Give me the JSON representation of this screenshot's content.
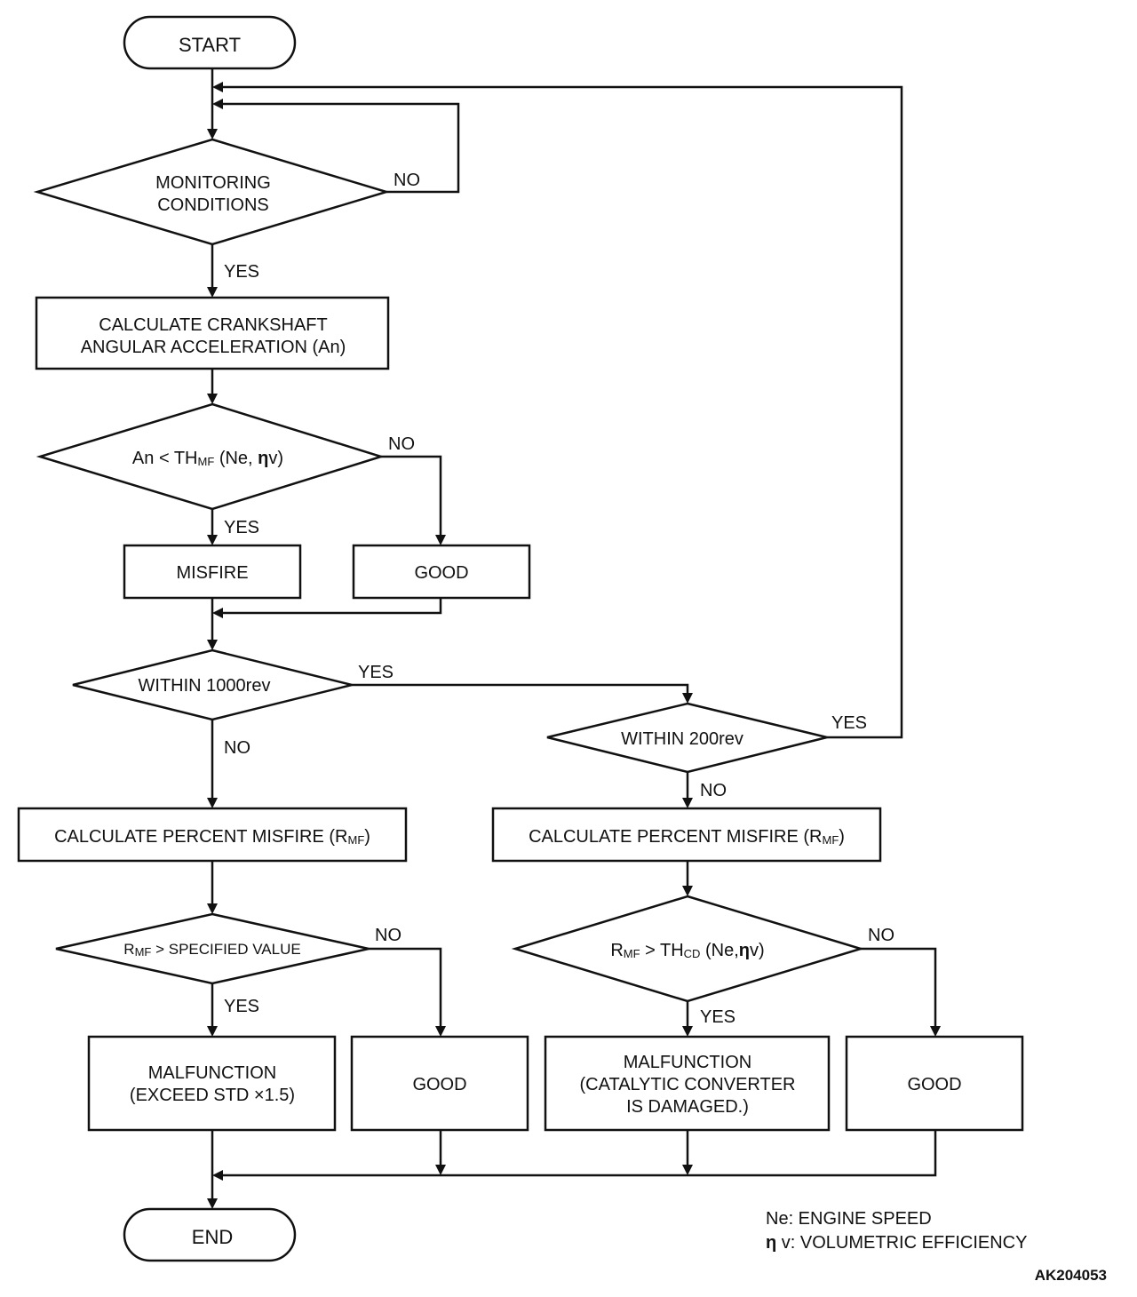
{
  "nodes": {
    "start": "START",
    "monitoring_line1": "MONITORING",
    "monitoring_line2": "CONDITIONS",
    "calc_crank_line1": "CALCULATE CRANKSHAFT",
    "calc_crank_line2": "ANGULAR ACCELERATION (An)",
    "an_cond_prefix": "An < TH",
    "an_cond_sub": "MF",
    "an_cond_suffix": " (Ne, ",
    "an_cond_eta": "η",
    "an_cond_end": "v)",
    "misfire": "MISFIRE",
    "good1": "GOOD",
    "within1000": "WITHIN 1000rev",
    "within200": "WITHIN 200rev",
    "calc_percent_left_prefix": "CALCULATE PERCENT MISFIRE (R",
    "calc_percent_left_sub": "MF",
    "calc_percent_left_end": ")",
    "calc_percent_right_prefix": "CALCULATE PERCENT MISFIRE (R",
    "calc_percent_right_sub": "MF",
    "calc_percent_right_end": ")",
    "rmf_spec_r": "R",
    "rmf_spec_sub": "MF",
    "rmf_spec_rest": " > SPECIFIED VALUE",
    "rmf_th_r": "R",
    "rmf_th_sub1": "MF",
    "rmf_th_mid": " > TH",
    "rmf_th_sub2": "CD",
    "rmf_th_rest": " (Ne,",
    "rmf_th_eta": "η",
    "rmf_th_end": "v)",
    "malfunction1_line1": "MALFUNCTION",
    "malfunction1_line2": "(EXCEED STD  ×1.5)",
    "good2": "GOOD",
    "malfunction2_line1": "MALFUNCTION",
    "malfunction2_line2": "(CATALYTIC CONVERTER",
    "malfunction2_line3": "IS DAMAGED.)",
    "good3": "GOOD",
    "end": "END"
  },
  "branch_labels": {
    "monitoring_no": "NO",
    "monitoring_yes": "YES",
    "an_no": "NO",
    "an_yes": "YES",
    "within1000_yes": "YES",
    "within1000_no": "NO",
    "within200_yes": "YES",
    "within200_no": "NO",
    "rmf_spec_no": "NO",
    "rmf_spec_yes": "YES",
    "rmf_th_no": "NO",
    "rmf_th_yes": "YES"
  },
  "legend": {
    "line1": "Ne: ENGINE SPEED",
    "line2_eta": "η",
    "line2_rest": " v: VOLUMETRIC EFFICIENCY"
  },
  "figure_id": "AK204053",
  "colors": {
    "stroke": "#111111",
    "background": "#ffffff"
  }
}
